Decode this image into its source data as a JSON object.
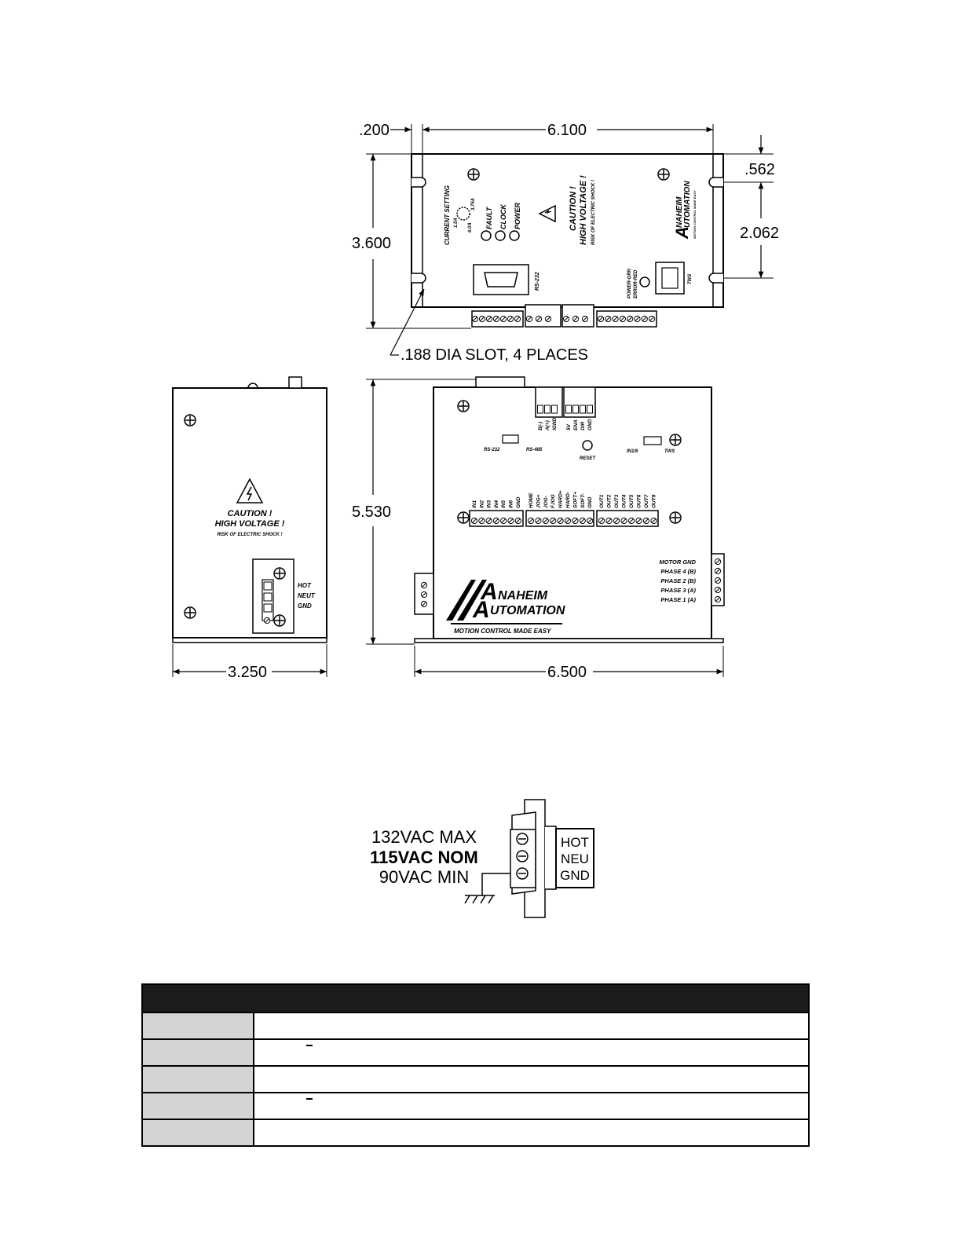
{
  "top_view": {
    "dims": {
      "left_offset": ".200",
      "width": "6.100",
      "height": "3.600",
      "top_offset": ".562",
      "slot_spacing": "2.062"
    },
    "slot_note": ".188 DIA SLOT, 4  PLACES",
    "current_setting": {
      "title": "CURRENT SETTING",
      "min": "1.5A",
      "max": "3.75A",
      "low": "6.0A"
    },
    "leds": [
      "FAULT",
      "CLOCK",
      "POWER"
    ],
    "caution": {
      "line1": "CAUTION !",
      "line2": "HIGH  VOLTAGE !",
      "line3": "RISK OF ELECTRIC SHOCK !"
    },
    "logo": {
      "line1": "NAHEIM",
      "line2": "UTOMATION",
      "tagline": "MOTION CONTROL MADE EASY"
    },
    "rs232_label": "RS-232",
    "power_led_label_1": "POWER-GRN",
    "power_led_label_2": "ERROR-RED",
    "tws_label": "TWS"
  },
  "side_view": {
    "width": "3.250",
    "caution": {
      "line1": "CAUTION !",
      "line2": "HIGH  VOLTAGE !",
      "line3": "RISK OF ELECTRIC SHOCK !"
    },
    "terminals": [
      "HOT",
      "NEUT",
      "GND"
    ]
  },
  "front_view": {
    "height": "5.530",
    "width": "6.500",
    "comm_pins": [
      "B(-)",
      "A(+)",
      "IGND",
      "5V",
      "ENA",
      "DIR",
      "GND"
    ],
    "jumper_left": {
      "left": "RS-232",
      "right": "RS-485"
    },
    "reset_label": "RESET",
    "jumper_right": {
      "left": "IN1/6",
      "right": "TWS"
    },
    "inputs": [
      "IN1",
      "IN2",
      "IN3",
      "IN4",
      "IN5",
      "IN6",
      "GND"
    ],
    "jog_pins": [
      "HOME",
      "JOG+",
      "JOG-",
      "FJOG",
      "HARD+",
      "HARD-",
      "SOFT+",
      "SOFT-",
      "GND"
    ],
    "outputs": [
      "OUT1",
      "OUT2",
      "OUT3",
      "OUT4",
      "OUT5",
      "OUT6",
      "OUT7",
      "OUT8"
    ],
    "motor_terminals": [
      "MOTOR  GND",
      "PHASE  4 (B)",
      "PHASE  2 (B)",
      "PHASE  3 (A)",
      "PHASE  1 (A)"
    ],
    "logo": {
      "line1": "NAHEIM",
      "line2": "UTOMATION",
      "tagline": "MOTION  CONTROL  MADE  EASY"
    }
  },
  "power_input": {
    "max": "132VAC MAX",
    "nom": "115VAC NOM",
    "min": "90VAC MIN",
    "labels": [
      "HOT",
      "NEU",
      "GND"
    ]
  },
  "spec_table": {
    "header": "",
    "rows": [
      {
        "key": "",
        "value": ""
      },
      {
        "key": "",
        "value": "",
        "tick": true
      },
      {
        "key": "",
        "value": ""
      },
      {
        "key": "",
        "value": "",
        "tick": true
      },
      {
        "key": "",
        "value": ""
      }
    ]
  }
}
